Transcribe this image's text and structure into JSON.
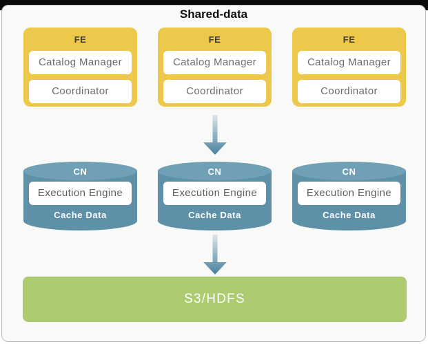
{
  "diagram": {
    "title": "Shared-data",
    "fe_nodes": [
      {
        "label": "FE",
        "components": [
          "Catalog Manager",
          "Coordinator"
        ]
      },
      {
        "label": "FE",
        "components": [
          "Catalog Manager",
          "Coordinator"
        ]
      },
      {
        "label": "FE",
        "components": [
          "Catalog Manager",
          "Coordinator"
        ]
      }
    ],
    "cn_nodes": [
      {
        "label": "CN",
        "engine": "Execution Engine",
        "cache_label": "Cache Data"
      },
      {
        "label": "CN",
        "engine": "Execution Engine",
        "cache_label": "Cache Data"
      },
      {
        "label": "CN",
        "engine": "Execution Engine",
        "cache_label": "Cache Data"
      }
    ],
    "storage": {
      "label": "S3/HDFS"
    },
    "arrows": [
      {
        "from": "FE (middle)",
        "to": "CN (middle)",
        "direction": "down"
      },
      {
        "from": "CN (middle)",
        "to": "S3/HDFS",
        "direction": "down"
      }
    ],
    "colors": {
      "fe_fill": "#ECC94B",
      "fe_label_text": "#3F3D34",
      "component_text": "#6D6D6D",
      "cn_body_fill": "#5E90A8",
      "cn_top_fill": "#6FA0B5",
      "cn_text": "#FFFFFF",
      "storage_fill": "#ADCC72",
      "storage_text": "#FFFFFF",
      "arrow_gradient_start": "#DCE5EA",
      "arrow_gradient_end": "#47829F",
      "panel_bg": "#F9F9F8",
      "panel_border": "#BCBCBC",
      "top_bar": "#0A0A0A",
      "title_text": "#0D0D0D"
    }
  }
}
